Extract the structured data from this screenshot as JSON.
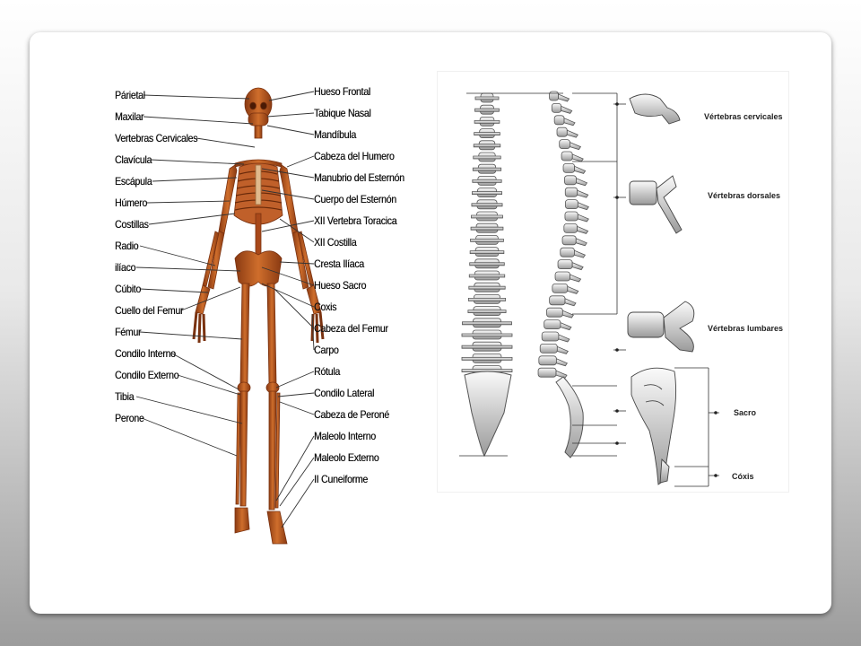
{
  "skeleton": {
    "left_labels": [
      "Párietal",
      "Maxilar",
      "Vertebras Cervicales",
      "Clavícula",
      "Escápula",
      "Húmero",
      "Costillas",
      "Radio",
      "ilíaco",
      "Cúbito",
      "Cuello del Femur",
      "Fémur",
      "Condilo Interno",
      "Condilo Externo",
      "Tibia",
      "Perone"
    ],
    "right_labels": [
      "Hueso Frontal",
      "Tabique Nasal",
      "Mandíbula",
      "Cabeza del Humero",
      "Manubrio del Esternón",
      "Cuerpo del Esternón",
      "XII Vertebra Toracica",
      "XII Costilla",
      "Cresta Ilíaca",
      "Hueso Sacro",
      "Coxis",
      "Cabeza del Femur",
      "Carpo",
      "Rótula",
      "Condilo Lateral",
      "Cabeza de Peroné",
      "Maleolo Interno",
      "Maleolo Externo",
      "II Cuneiforme"
    ],
    "bone_color": "#b5561f"
  },
  "spine": {
    "labels": [
      "Vértebras cervicales",
      "Vértebras dorsales",
      "Vértebras lumbares",
      "Sacro",
      "Cóxis"
    ]
  }
}
